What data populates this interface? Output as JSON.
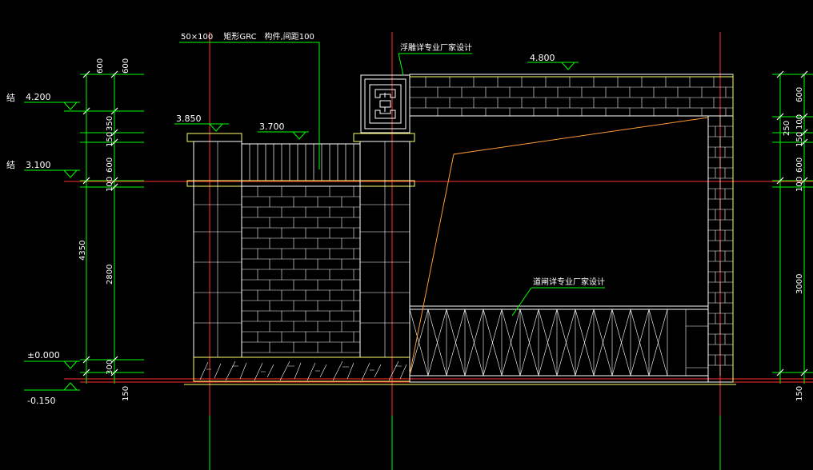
{
  "colors": {
    "background": "#000000",
    "dimension": "#ffffff",
    "leader": "#00ff00",
    "axis": "#ff3333",
    "outline": "#ffff66",
    "wall": "#ffffff",
    "brace": "#ff9933",
    "ground": "#ff3333"
  },
  "annotations": {
    "grc_member": "50×100　  矩形GRC　构件,间距100",
    "relief_note": "浮雕详专业厂家设计",
    "gate_note": "道闸详专业厂家设计"
  },
  "levels": {
    "left_top": "4.200",
    "left_mid": "3.100",
    "ground": "±0.000",
    "below": "-0.150",
    "pier_top": "3.850",
    "parapet_top": "3.700",
    "roof_top": "4.800",
    "struct_mark": "结"
  },
  "dims_left_outer": [
    "600",
    "350",
    "150",
    "600",
    "100",
    "2800",
    "4350",
    "300",
    "150"
  ],
  "dims_left_inner": [
    "600"
  ],
  "dims_right": [
    "600",
    "250",
    "100",
    "150",
    "600",
    "100",
    "3000",
    "150"
  ],
  "icons": {
    "level_marker": "level-triangle-icon",
    "relief_panel": "relief-ornament-icon"
  }
}
